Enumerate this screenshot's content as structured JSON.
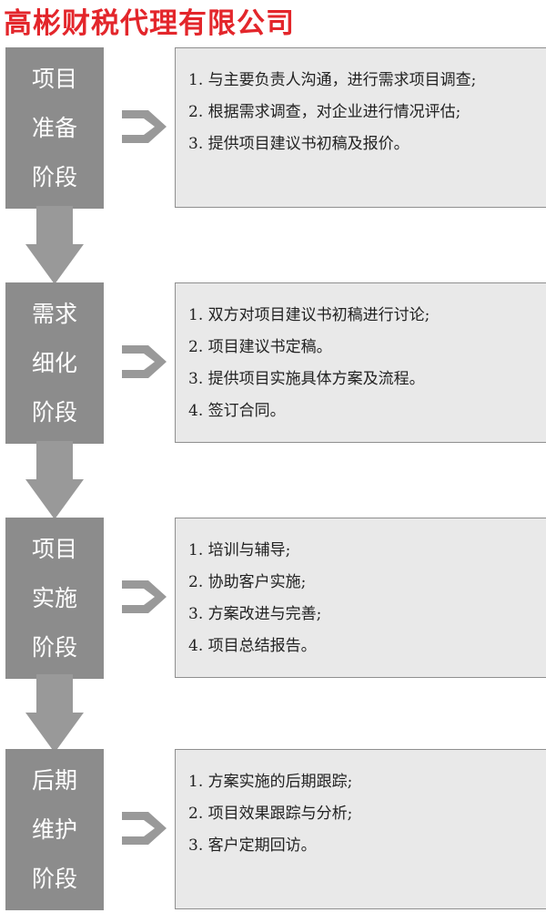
{
  "title": "高彬财税代理有限公司",
  "colors": {
    "title": "#e3262b",
    "stage_box": "#8c8c8c",
    "detail_box": "#e9e9e9",
    "arrow": "#999999"
  },
  "stages": [
    {
      "label_lines": [
        "项目",
        "准备",
        "阶段"
      ],
      "items": [
        "1. 与主要负责人沟通，进行需求项目调查;",
        "2. 根据需求调查，对企业进行情况评估;",
        "3. 提供项目建议书初稿及报价。"
      ]
    },
    {
      "label_lines": [
        "需求",
        "细化",
        "阶段"
      ],
      "items": [
        "1. 双方对项目建议书初稿进行讨论;",
        "2. 项目建议书定稿。",
        "3. 提供项目实施具体方案及流程。",
        "4. 签订合同。"
      ]
    },
    {
      "label_lines": [
        "项目",
        "实施",
        "阶段"
      ],
      "items": [
        "1. 培训与辅导;",
        "2. 协助客户实施;",
        "3. 方案改进与完善;",
        "4. 项目总结报告。"
      ]
    },
    {
      "label_lines": [
        "后期",
        "维护",
        "阶段"
      ],
      "items": [
        "1. 方案实施的后期跟踪;",
        "2. 项目效果跟踪与分析;",
        "3. 客户定期回访。"
      ]
    }
  ]
}
